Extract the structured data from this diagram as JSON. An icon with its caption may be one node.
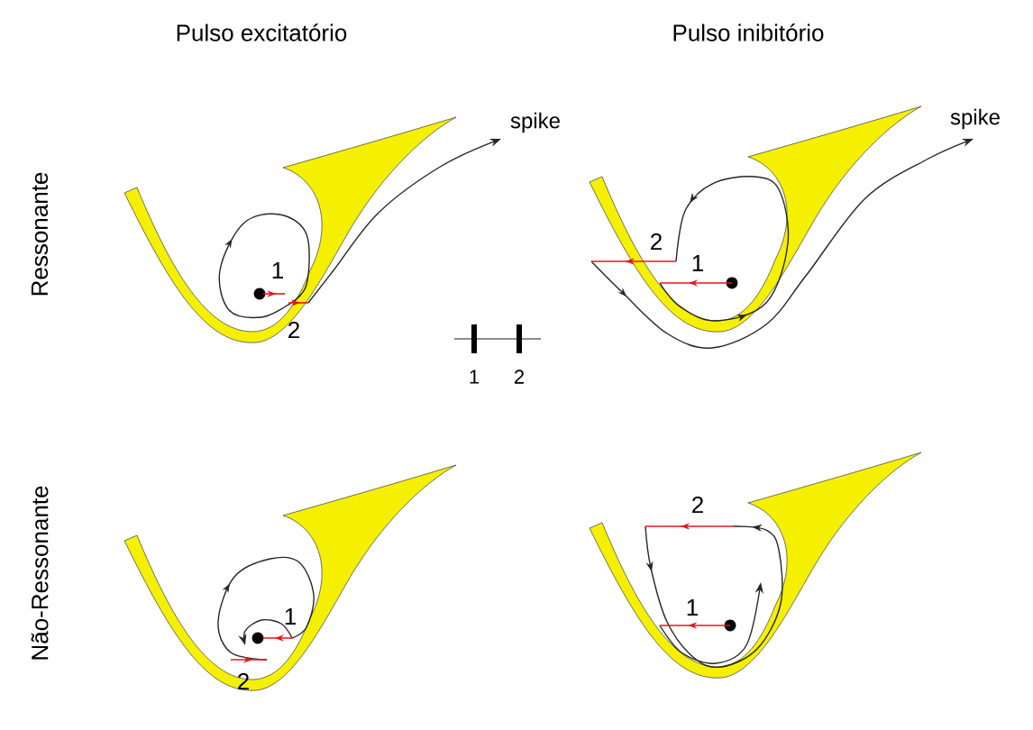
{
  "diagram": {
    "labels": [
      "Pulso excitatório",
      "Pulso inibitório",
      "spike",
      "spike",
      "Ressonante",
      "2",
      "1",
      "1",
      "2",
      "1",
      "2",
      "Não-Ressonante",
      "2",
      "1",
      "1",
      "2"
    ]
  }
}
